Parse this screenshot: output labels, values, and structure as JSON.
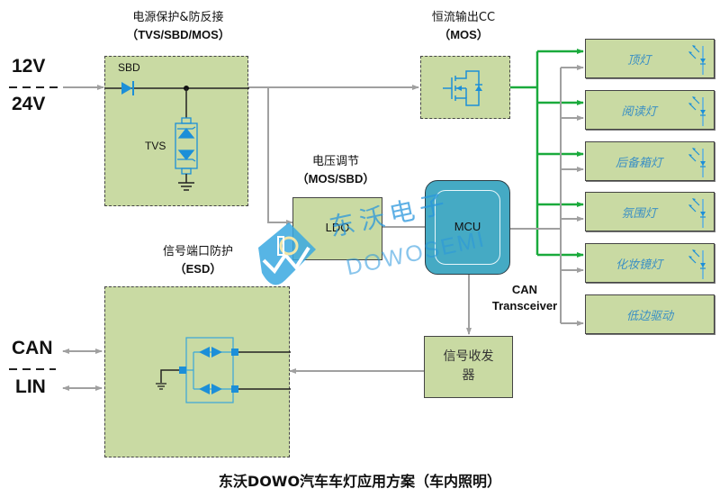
{
  "inputs": {
    "voltage_top": "12V",
    "voltage_bottom": "24V",
    "bus_top": "CAN",
    "bus_bottom": "LIN"
  },
  "power_protection": {
    "title": "电源保护&防反接",
    "subtitle": "（TVS/SBD/MOS）",
    "sbd_label": "SBD",
    "tvs_label": "TVS"
  },
  "cc_output": {
    "title": "恒流输出CC",
    "subtitle": "（MOS）"
  },
  "voltage_regulation": {
    "title": "电压调节",
    "subtitle": "（MOS/SBD）",
    "block_label": "LDO"
  },
  "mcu": {
    "label": "MCU",
    "can_label_line1": "CAN",
    "can_label_line2": "Transceiver"
  },
  "esd": {
    "title": "信号端口防护",
    "subtitle": "（ESD）"
  },
  "transceiver": {
    "label_line1": "信号收发",
    "label_line2": "器"
  },
  "lamps": [
    {
      "label": "顶灯",
      "has_led": true
    },
    {
      "label": "阅读灯",
      "has_led": true
    },
    {
      "label": "后备箱灯",
      "has_led": true
    },
    {
      "label": "氛围灯",
      "has_led": true
    },
    {
      "label": "化妆镜灯",
      "has_led": true
    },
    {
      "label": "低边驱动",
      "has_led": false
    }
  ],
  "watermark": {
    "cn": "东沃电子",
    "en": "DOWOSEMI"
  },
  "colors": {
    "block_fill": "#c9daa3",
    "mcu_fill": "#45aac4",
    "power_line": "#1aaa3c",
    "signal_line": "#a0a0a0",
    "component_blue": "#1c8fd8",
    "lamp_text": "#3a8fc4"
  },
  "caption": "东沃DOWO汽车车灯应用方案（车内照明）"
}
